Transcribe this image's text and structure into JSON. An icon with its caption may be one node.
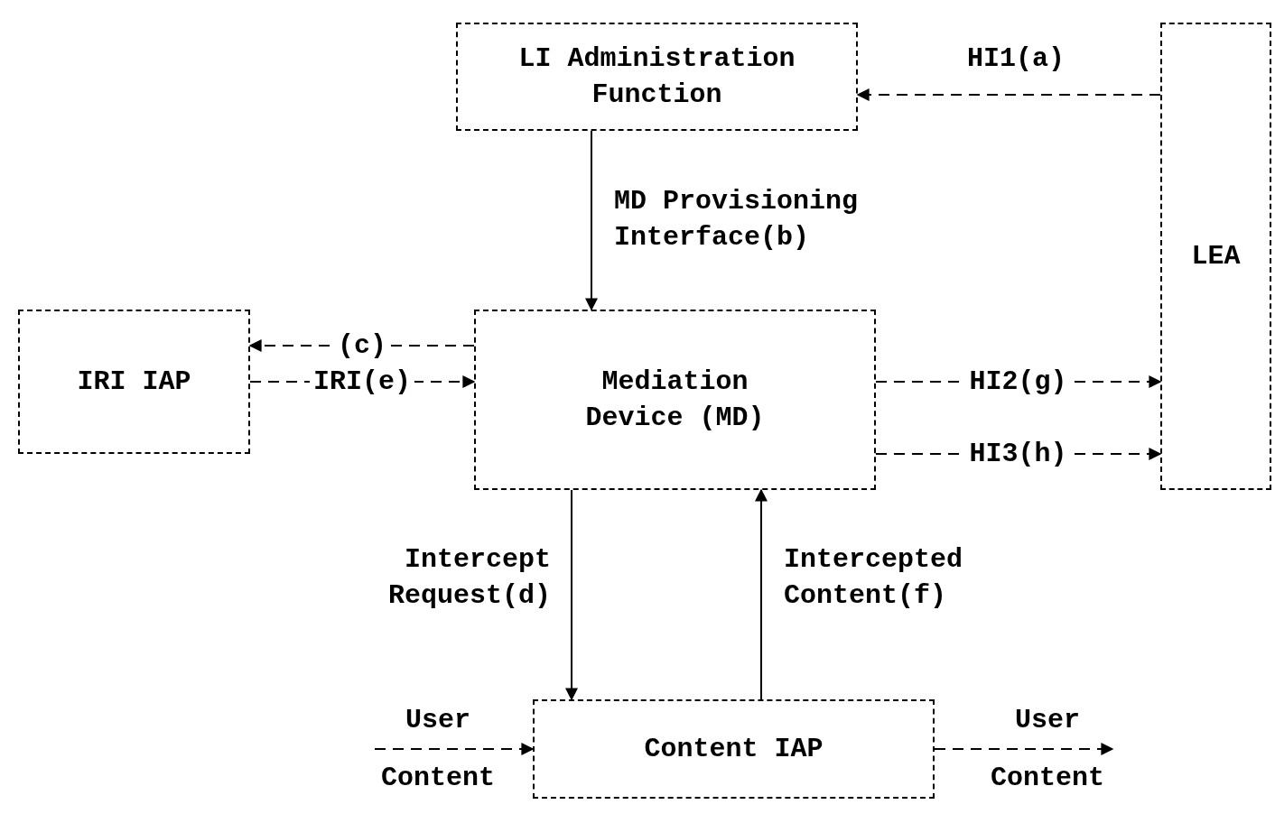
{
  "diagram": {
    "nodes": [
      {
        "text": [
          "LI Administration Function"
        ]
      },
      {
        "text": [
          "LEA"
        ]
      },
      {
        "text": [
          "IRI IAP"
        ]
      },
      {
        "text": [
          "Mediation Device (MD)"
        ]
      },
      {
        "text": [
          "Content IAP"
        ]
      }
    ],
    "edges": [
      {
        "from": 1,
        "to": 0,
        "arrow": "to",
        "label": "HI1(a)",
        "style": "dashed"
      },
      {
        "from": 0,
        "to": 3,
        "arrow": "to",
        "label": "MD Provisioning Interface(b)"
      },
      {
        "from": 3,
        "to": 2,
        "arrow": "to",
        "label": "(c)",
        "style": "dashed"
      },
      {
        "from": 2,
        "to": 3,
        "arrow": "to",
        "label": "IRI(e)",
        "style": "dashed"
      },
      {
        "from": 3,
        "to": 1,
        "arrow": "to",
        "label": "HI2(g)",
        "style": "dashed"
      },
      {
        "from": 3,
        "to": 1,
        "arrow": "to",
        "label": "HI3(h)",
        "style": "dashed"
      },
      {
        "from": 3,
        "to": 4,
        "arrow": "to",
        "label": "Intercept Request(d)"
      },
      {
        "from": 4,
        "to": 3,
        "arrow": "to",
        "label": "Intercepted Content(f)"
      },
      {
        "from": null,
        "to": 4,
        "arrow": "to",
        "label": "User Content",
        "style": "dashed"
      },
      {
        "from": 4,
        "to": null,
        "arrow": "to",
        "label": "User Content",
        "style": "dashed"
      }
    ]
  }
}
